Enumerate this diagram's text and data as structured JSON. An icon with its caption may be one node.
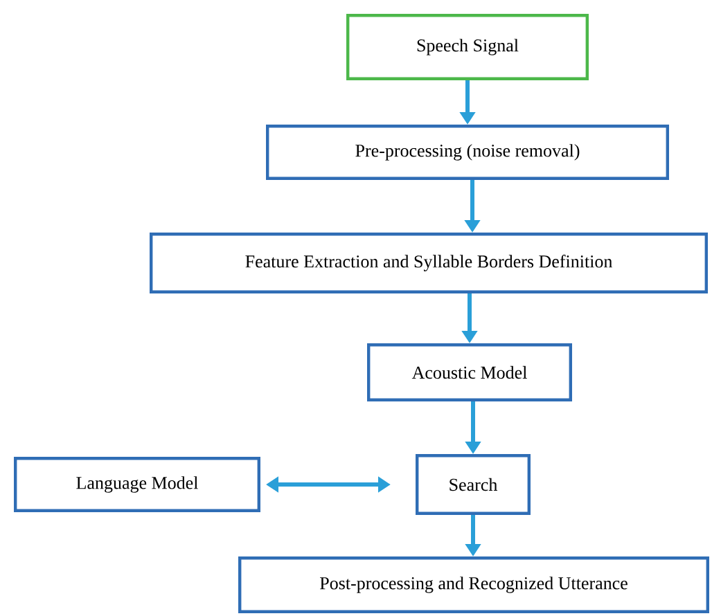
{
  "diagram": {
    "nodes": [
      {
        "text": [
          "Speech Signal"
        ]
      },
      {
        "text": [
          "Pre-processing (noise removal)"
        ]
      },
      {
        "text": [
          "Feature Extraction and Syllable Borders Definition"
        ]
      },
      {
        "text": [
          "Acoustic Model"
        ]
      },
      {
        "text": [
          "Language Model"
        ]
      },
      {
        "text": [
          "Search"
        ]
      },
      {
        "text": [
          "Post-processing and Recognized Utterance"
        ]
      }
    ],
    "edges": [
      {
        "from": 0,
        "to": 1,
        "arrow": "to"
      },
      {
        "from": 1,
        "to": 2,
        "arrow": "to"
      },
      {
        "from": 2,
        "to": 3,
        "arrow": "to"
      },
      {
        "from": 3,
        "to": 5,
        "arrow": "to"
      },
      {
        "from": 4,
        "to": 5,
        "arrow": "both"
      },
      {
        "from": 5,
        "to": 6,
        "arrow": "to"
      }
    ]
  }
}
